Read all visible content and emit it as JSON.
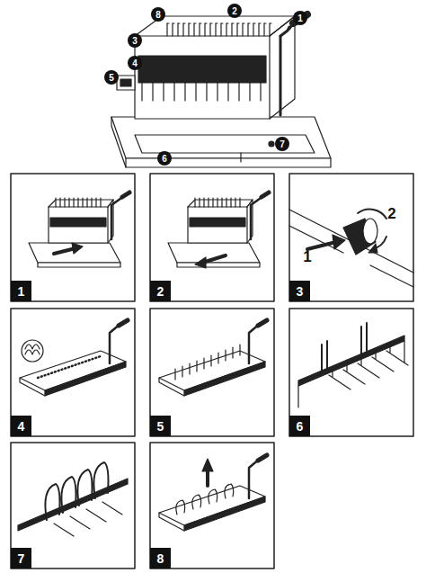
{
  "diagram": {
    "labels": [
      "8",
      "2",
      "1",
      "3",
      "4",
      "5",
      "7",
      "6",
      "1",
      "2",
      "3",
      "4",
      "5",
      "6",
      "7",
      "8",
      "2",
      "1"
    ]
  }
}
